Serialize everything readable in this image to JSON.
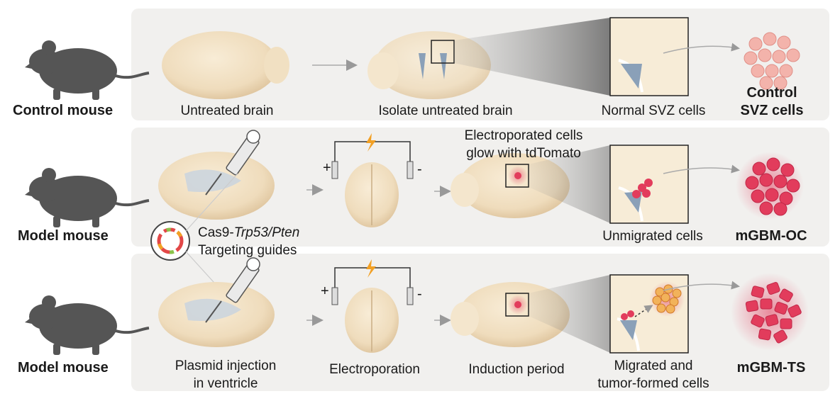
{
  "rows": [
    {
      "mouse_label": "Control mouse",
      "steps": [
        "Untreated brain",
        "Isolate untreated brain",
        "Normal SVZ cells"
      ],
      "result_line1": "Control",
      "result_line2": "SVZ cells"
    },
    {
      "mouse_label": "Model mouse",
      "annotation_line1": "Electroporated cells",
      "annotation_line2": "glow with tdTomato",
      "plasmid_line1_prefix": "Cas9-",
      "plasmid_line1_italic": "Trp53/Pten",
      "plasmid_line2": "Targeting guides",
      "steps": [
        "Unmigrated cells"
      ],
      "result": "mGBM-OC"
    },
    {
      "mouse_label": "Model mouse",
      "steps_line1": [
        "Plasmid injection",
        "Electroporation",
        "Induction period",
        "Migrated and"
      ],
      "steps_line2": [
        "in ventricle",
        "tumor-formed cells"
      ],
      "result": "mGBM-TS"
    }
  ],
  "electrodes": {
    "plus": "+",
    "minus": "-"
  },
  "icons": [
    "mouse-icon",
    "brain-icon",
    "syringe-icon",
    "plasmid-icon",
    "lightning-icon",
    "cell-cluster-icon",
    "tumor-icon"
  ],
  "colors": {
    "panel": "#f1f0ee",
    "mouse": "#555555",
    "brain": "#efdcbc",
    "cell_pink": "#f3b3ab",
    "cell_red": "#e23c5c",
    "tumor": "#e06a2a",
    "lightning": "#f2a024"
  }
}
